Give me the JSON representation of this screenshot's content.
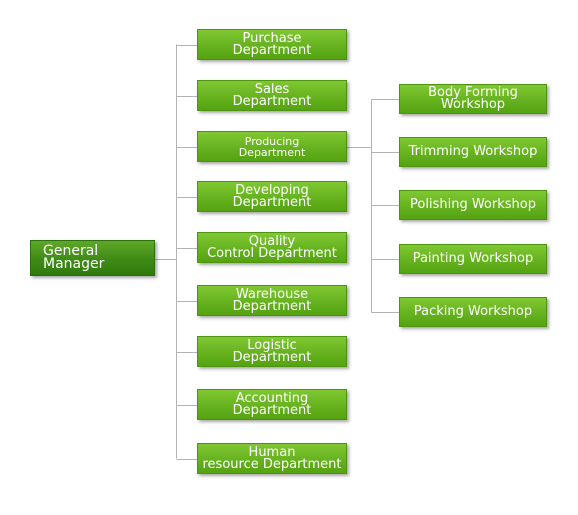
{
  "root": {
    "id": "general-manager",
    "lines": [
      "General",
      "Manager"
    ]
  },
  "departments": [
    {
      "id": "purchase",
      "lines": [
        "Purchase",
        "Department"
      ]
    },
    {
      "id": "sales",
      "lines": [
        "Sales",
        "Department"
      ]
    },
    {
      "id": "producing",
      "lines": [
        "Producing",
        "Department"
      ]
    },
    {
      "id": "developing",
      "lines": [
        "Developing",
        "Department"
      ]
    },
    {
      "id": "quality-control",
      "lines": [
        "Quality",
        "Control Department"
      ]
    },
    {
      "id": "warehouse",
      "lines": [
        "Warehouse",
        "Department"
      ]
    },
    {
      "id": "logistic",
      "lines": [
        "Logistic",
        "Department"
      ]
    },
    {
      "id": "accounting",
      "lines": [
        "Accounting",
        "Department"
      ]
    },
    {
      "id": "human-resource",
      "lines": [
        "Human",
        "resource Department"
      ]
    }
  ],
  "workshops_parent": "producing",
  "workshops": [
    {
      "id": "body-forming",
      "lines": [
        "Body Forming",
        "Workshop"
      ]
    },
    {
      "id": "trimming",
      "lines": [
        "Trimming Workshop"
      ]
    },
    {
      "id": "polishing",
      "lines": [
        "Polishing Workshop"
      ]
    },
    {
      "id": "painting",
      "lines": [
        "Painting Workshop"
      ]
    },
    {
      "id": "packing",
      "lines": [
        "Packing Workshop"
      ]
    }
  ],
  "colors": {
    "box": "#66b21f",
    "root_box": "#3f8a17",
    "connector": "#b3b3b3",
    "text": "#ffffff"
  }
}
